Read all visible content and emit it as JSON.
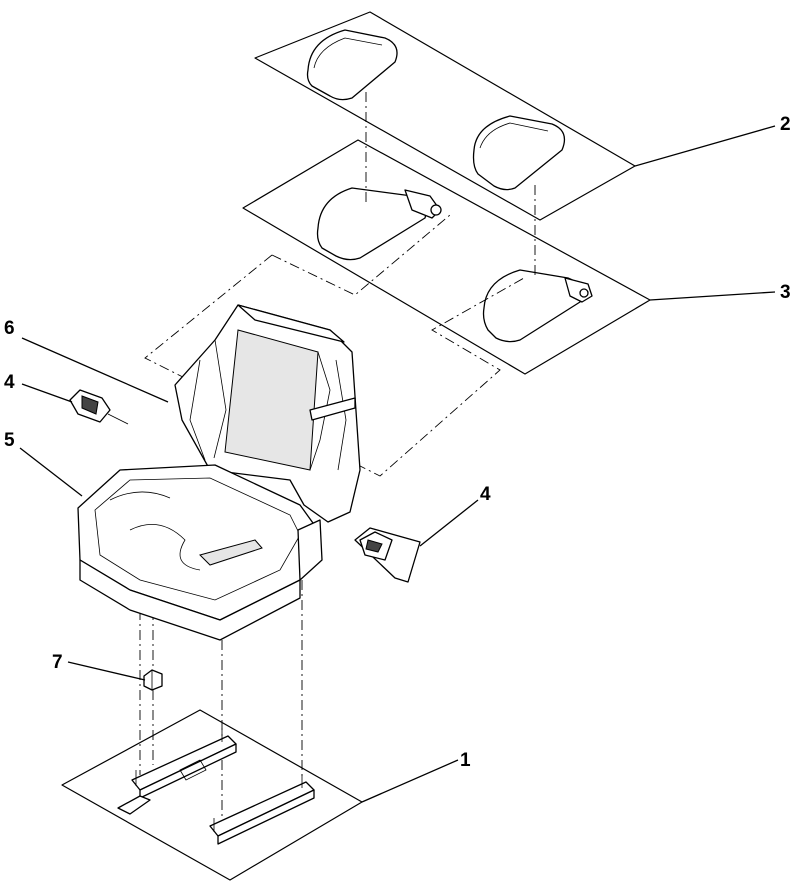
{
  "callouts": {
    "c1": "1",
    "c2": "2",
    "c3": "3",
    "c4a": "4",
    "c4b": "4",
    "c5": "5",
    "c6": "6",
    "c7": "7"
  }
}
